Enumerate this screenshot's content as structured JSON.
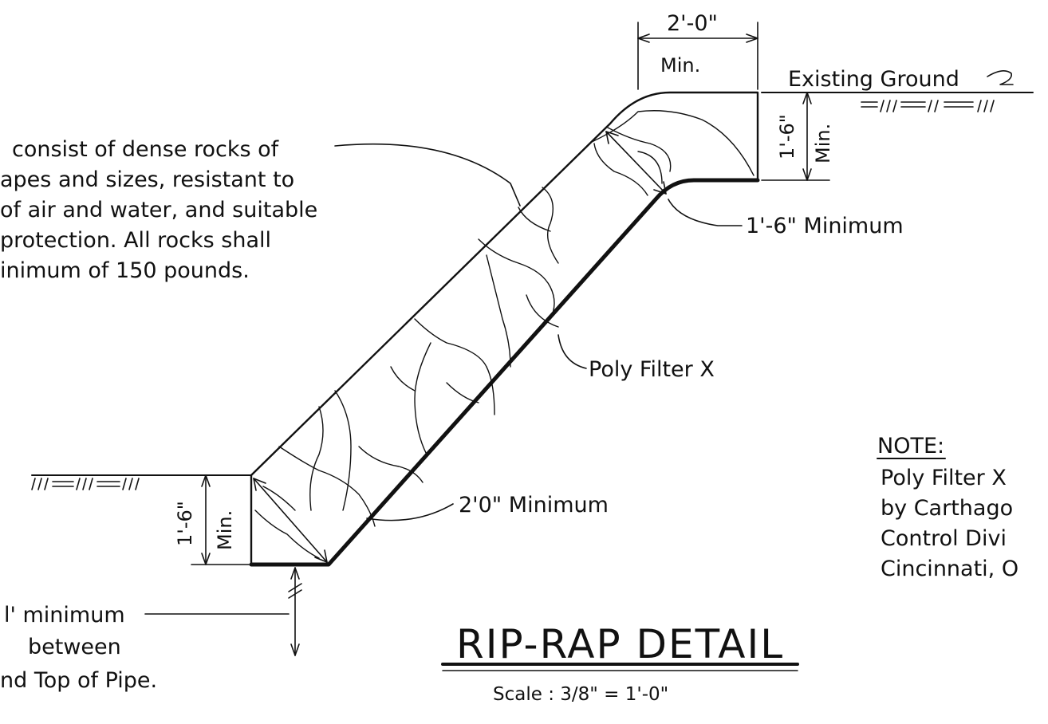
{
  "title": "RIP-RAP DETAIL",
  "scale": "Scale :  3/8\" = 1'-0\"",
  "top_width": {
    "value": "2'-0\"",
    "min": "Min."
  },
  "existing_ground": "Existing Ground",
  "right_depth": {
    "value": "1'-6\"",
    "min": "Min."
  },
  "left_depth": {
    "value": "1'-6\"",
    "min": "Min."
  },
  "thickness_top": "1'-6\" Minimum",
  "thickness_bottom": "2'0\" Minimum",
  "filter": "Poly Filter X",
  "spec_lines": [
    "consist of dense rocks of",
    "apes and sizes, resistant to",
    "of air and water, and suitable",
    "protection. All rocks shall",
    "inimum of 150 pounds."
  ],
  "pipe_note_lines": [
    "l' minimum",
    "between",
    "nd Top of Pipe."
  ],
  "note": {
    "heading": "NOTE:",
    "lines": [
      "Poly Filter X",
      "by Carthago",
      "Control Divi",
      "Cincinnati, O"
    ]
  },
  "colors": {
    "ink": "#111111",
    "paper": "#ffffff"
  }
}
